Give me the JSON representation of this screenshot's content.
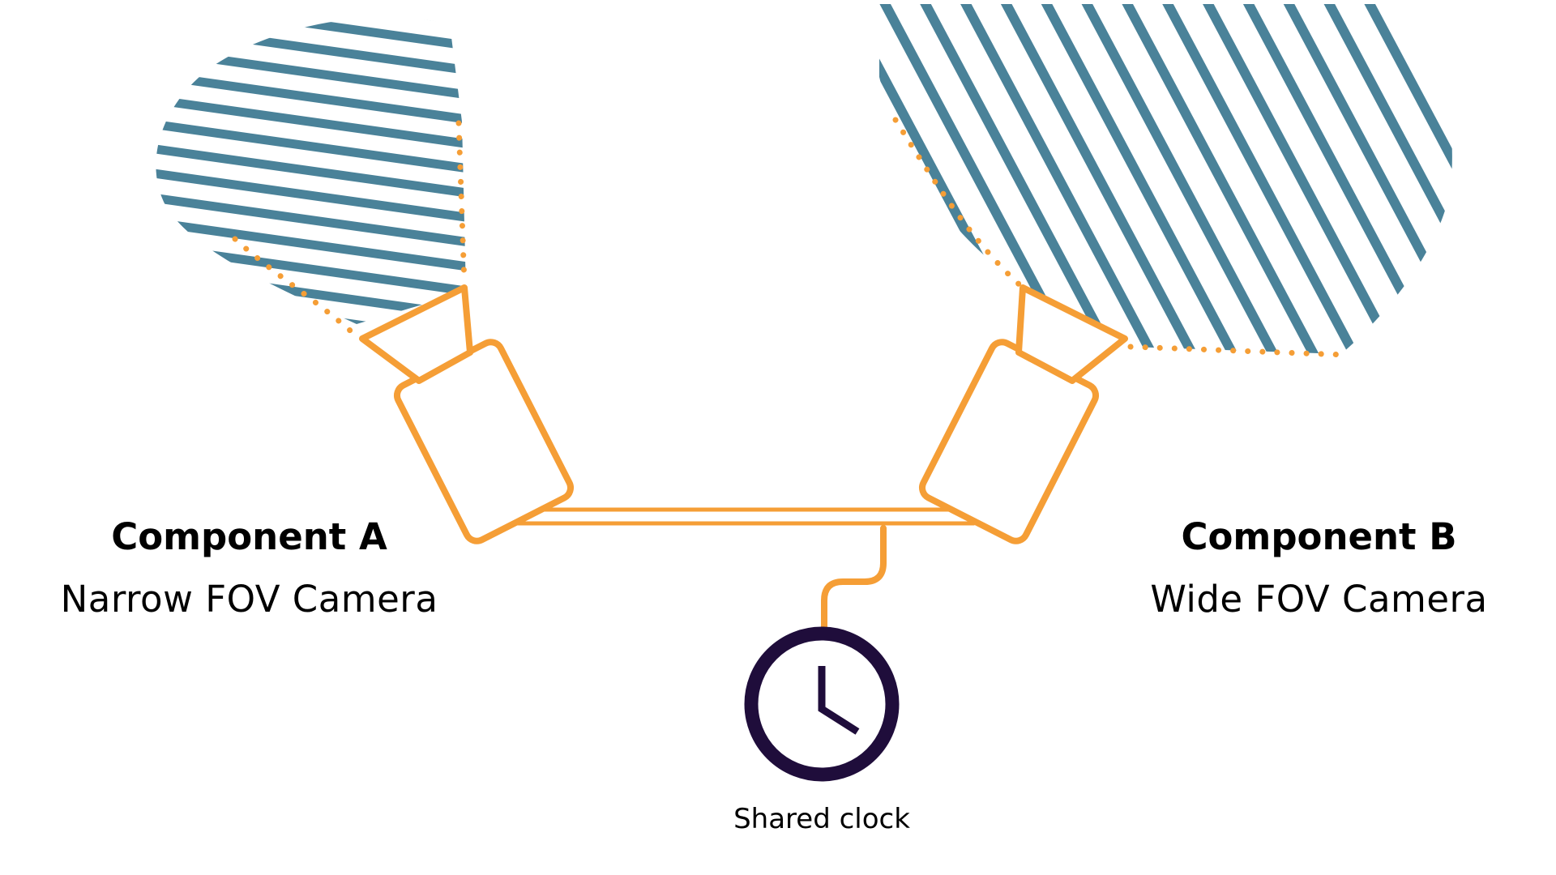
{
  "colors": {
    "accent": "#F59E36",
    "hatch": "#4A8299",
    "clock": "#1F0D3B",
    "text": "#000000",
    "background": "#FFFFFF"
  },
  "component_a": {
    "title": "Component A",
    "subtitle": "Narrow FOV Camera"
  },
  "component_b": {
    "title": "Component B",
    "subtitle": "Wide FOV Camera"
  },
  "clock": {
    "label": "Shared clock",
    "icon": "clock-icon"
  }
}
